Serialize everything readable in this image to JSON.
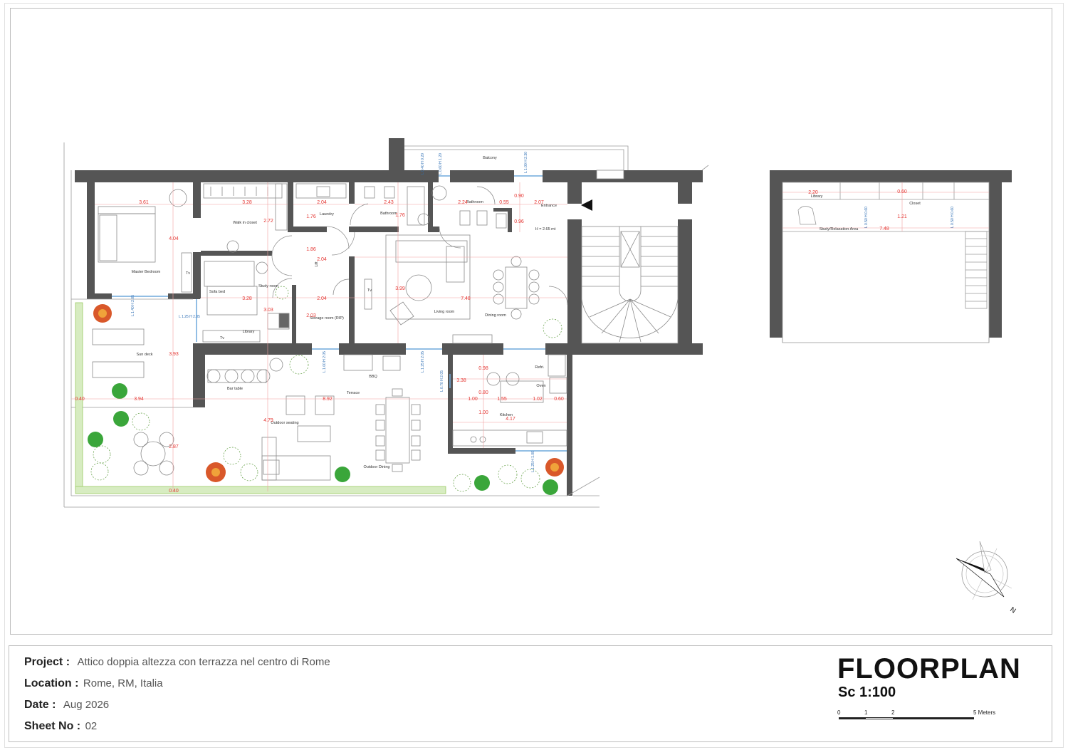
{
  "title_block": {
    "project_label": "Project :",
    "project_value": "Attico doppia altezza con terrazza nel centro di Rome",
    "location_label": "Location :",
    "location_value": "Rome, RM, Italia",
    "date_label": "Date :",
    "date_value": "Aug 2026",
    "sheet_label": "Sheet No :",
    "sheet_value": "02",
    "drawing_title": "FLOORPLAN",
    "scale": "Sc 1:100",
    "scale_bar_labels": [
      "0",
      "1",
      "2",
      "5 Meters"
    ]
  },
  "rooms": {
    "balcony": "Balcony",
    "master_bedroom": "Master Bedroom",
    "walk_in_closet": "Walk in closet",
    "laundry": "Laundry",
    "bathroom_1": "Bathroom",
    "bathroom_2": "Bathroom",
    "entrance": "Entrance",
    "sofa_bed": "Sofa bed",
    "study_room": "Study room",
    "library": "Library",
    "lift": "Lift",
    "storage_room": "Storage room (RIP)",
    "living_room": "Living room",
    "dining_room": "Dining room",
    "sun_deck": "Sun deck",
    "bar_table": "Bar table",
    "bbq": "BBQ",
    "terrace": "Terrace",
    "outdoor_seating": "Outdoor seating",
    "outdoor_dining": "Outdoor Dining",
    "kitchen": "Kitchen",
    "fridge": "Refri.",
    "oven": "Oven",
    "ceiling_height": "H = 2.65 mt",
    "mezz_library": "Library",
    "mezz_closet": "Closet",
    "mezz_study": "Study/Relaxation Area",
    "tv_1": "Tv",
    "tv_2": "Tv",
    "tv_3": "Tv"
  },
  "dimensions": {
    "d361": "3.61",
    "d328a": "3.28",
    "d204a": "2.04",
    "d243": "2.43",
    "d224": "2.24",
    "d090": "0.90",
    "d055": "0.55",
    "d207": "2.07",
    "d096": "0.96",
    "d272": "2.72",
    "d176a": "1.76",
    "d176b": "1.76",
    "d404": "4.04",
    "d186": "1.86",
    "d204b": "2.04",
    "d328b": "3.28",
    "d303": "3.03",
    "d204c": "2.04",
    "d203": "2.03",
    "d399": "3.99",
    "d748a": "7.48",
    "d393": "3.93",
    "d040a": "0.40",
    "d394": "3.94",
    "d892": "8.92",
    "d479": "4.79",
    "d287": "2.87",
    "d040b": "0.40",
    "d098": "0.98",
    "d338": "3.38",
    "d080": "0.80",
    "d100a": "1.00",
    "d155": "1.55",
    "d102": "1.02",
    "d060a": "0.60",
    "d100b": "1.00",
    "d417": "4.17",
    "d220": "2.20",
    "d060b": "0.60",
    "d121": "1.21",
    "d748b": "7.48"
  },
  "windows": {
    "w1": "L 0.40 H 0.20",
    "w2": "L 0.60 H 1.20",
    "w3": "L 1.00 H 2.30",
    "w4": "L 1.40 H 2.05",
    "w5": "L 1.25 H 2.05",
    "w6": "L 1.00 H 2.05",
    "w7": "L 1.25 H 2.05",
    "w8": "L 0.70 H 2.05",
    "w9": "L 1.25 H 1.00",
    "w10": "L 0.50 H 0.60",
    "w11": "L 0.50 H 0.60"
  },
  "compass_label": "N",
  "colors": {
    "wall": "#555555",
    "dimension": "#e53935",
    "window_label": "#2f6fb5",
    "line": "#7a7a7a",
    "plant_green": "#3aa63a",
    "plant_red": "#d9582a",
    "hedge": "#9ccc65"
  }
}
